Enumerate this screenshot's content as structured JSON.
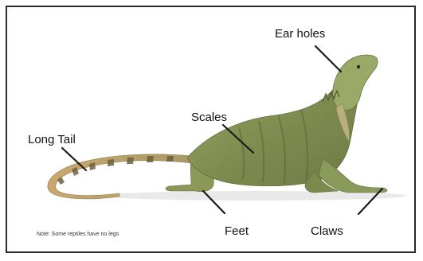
{
  "labels": {
    "ear_holes": "Ear holes",
    "scales": "Scales",
    "long_tail": "Long Tail",
    "feet": "Feet",
    "claws": "Claws"
  },
  "note": "Note: Some reptiles have no legs",
  "colors": {
    "frame": "#2b2b2b",
    "leader_line": "#1a1a1a",
    "body_green": "#8a9a5b",
    "body_dark": "#5f6b3a",
    "tail_tan": "#c4a574",
    "tail_band": "#7a6a45"
  }
}
